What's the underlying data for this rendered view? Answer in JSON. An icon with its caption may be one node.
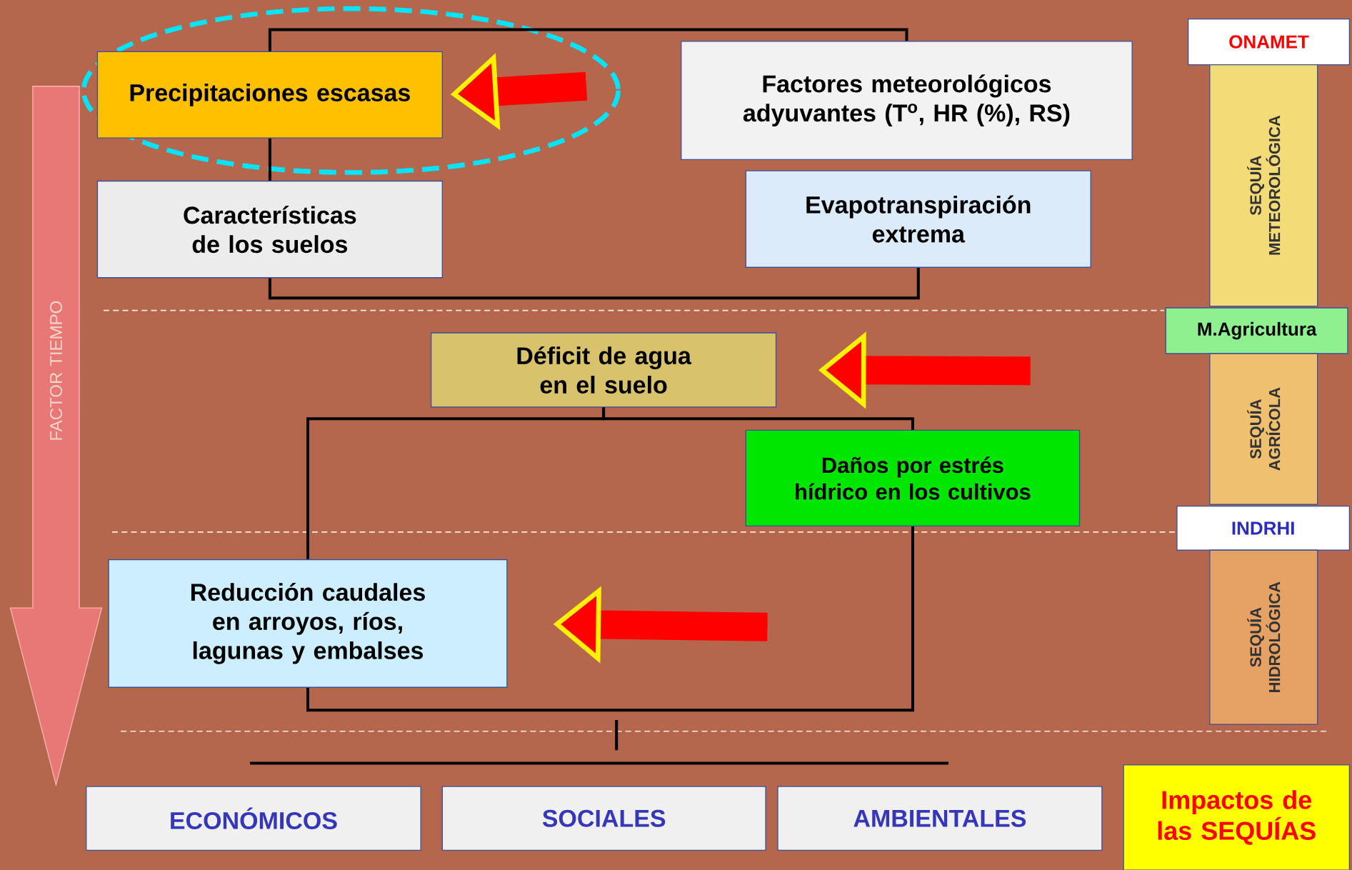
{
  "diagram": {
    "nodes": [
      {
        "text": [
          "FACTOR TIEMPO"
        ]
      },
      {
        "text": [
          "Precipitaciones escasas"
        ]
      },
      {
        "text": [
          "Factores meteorológicos adyuvantes (T$^{o}$, HR (%), RS)"
        ]
      },
      {
        "text": [
          "Características de los suelos"
        ]
      },
      {
        "text": [
          "Evapotranspiración extrema"
        ]
      },
      {
        "text": [
          "Déficit de agua en el suelo"
        ]
      },
      {
        "text": [
          "Daños por estrés hídrico en los cultivos"
        ]
      },
      {
        "text": [
          "Reducción caudales en arroyos, ríos, lagunas y embalses"
        ]
      },
      {
        "text": [
          "ECONÓMICOS"
        ]
      },
      {
        "text": [
          "SOCIALES"
        ]
      },
      {
        "text": [
          "AMBIENTALES"
        ]
      },
      {
        "text": [
          "Impactos de las SEQUÍAS"
        ]
      },
      {
        "text": [
          "ONAMET"
        ]
      },
      {
        "text": [
          "SEQUÍA METEOROLÓGICA"
        ]
      },
      {
        "text": [
          "M.Agricultura"
        ]
      },
      {
        "text": [
          "SEQUÍA AGRÍCOLA"
        ]
      },
      {
        "text": [
          "INDRHI"
        ]
      },
      {
        "text": [
          "SEQUÍA HIDROLÓGICA"
        ]
      }
    ],
    "edges": [
      {
        "from": 1,
        "to": 3,
        "arrow": "none"
      },
      {
        "from": 1,
        "to": 2,
        "arrow": "none"
      },
      {
        "from": 3,
        "to": 4,
        "arrow": "none"
      },
      {
        "from": 5,
        "to": 7,
        "arrow": "none"
      },
      {
        "from": 5,
        "to": 6,
        "arrow": "none"
      },
      {
        "from": 6,
        "to": 7,
        "arrow": "none"
      },
      {
        "from": null,
        "to": 1,
        "arrow": "to",
        "style": "thick",
        "color": "#ff0000"
      },
      {
        "from": null,
        "to": 5,
        "arrow": "to",
        "style": "thick",
        "color": "#ff0000"
      },
      {
        "from": null,
        "to": 7,
        "arrow": "to",
        "style": "thick",
        "color": "#ff0000"
      }
    ]
  }
}
